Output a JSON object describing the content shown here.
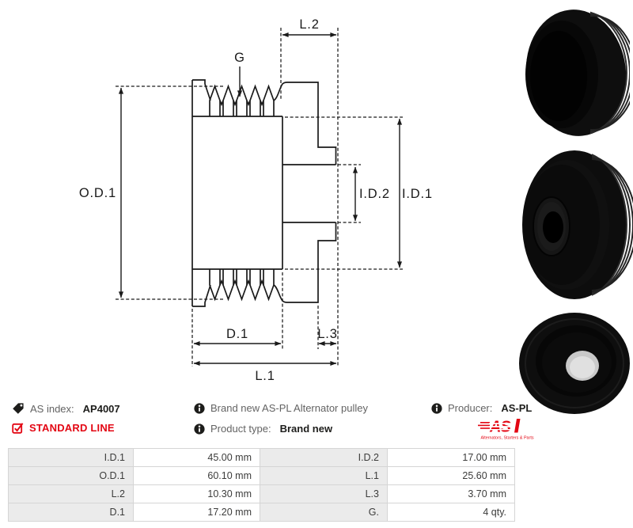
{
  "drawing": {
    "labels": {
      "od1": "O.D.1",
      "id1": "I.D.1",
      "id2": "I.D.2",
      "l1": "L.1",
      "l2": "L.2",
      "l3": "L.3",
      "d1": "D.1",
      "g": "G"
    }
  },
  "info": {
    "as_index_label": "AS index:",
    "as_index_value": "AP4007",
    "standard_line": "STANDARD LINE",
    "description": "Brand new AS-PL Alternator pulley",
    "product_type_label": "Product type:",
    "product_type_value": "Brand new",
    "producer_label": "Producer:",
    "producer_value": "AS-PL",
    "logo_text": "AS",
    "logo_tagline": "Alternators, Starters & Parts"
  },
  "colors": {
    "brand_red": "#e30613",
    "line_color": "#1a1a1a"
  },
  "spec_table": {
    "rows": [
      {
        "label1": "I.D.1",
        "value1": "45.00 mm",
        "label2": "I.D.2",
        "value2": "17.00 mm"
      },
      {
        "label1": "O.D.1",
        "value1": "60.10 mm",
        "label2": "L.1",
        "value2": "25.60 mm"
      },
      {
        "label1": "L.2",
        "value1": "10.30 mm",
        "label2": "L.3",
        "value2": "3.70 mm"
      },
      {
        "label1": "D.1",
        "value1": "17.20 mm",
        "label2": "G.",
        "value2": "4 qty."
      }
    ]
  }
}
